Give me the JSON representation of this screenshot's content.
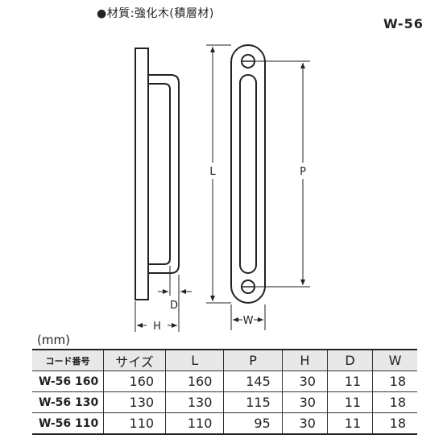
{
  "header": {
    "material_note": "●材質:強化木(積層材)",
    "model_code": "W-56"
  },
  "drawing": {
    "dim_labels": {
      "L": "L",
      "P": "P",
      "H": "H",
      "D": "D",
      "W": "W"
    }
  },
  "table": {
    "unit": "(mm)",
    "headers": [
      "コード番号",
      "サイズ",
      "L",
      "P",
      "H",
      "D",
      "W"
    ],
    "rows": [
      [
        "W-56 160",
        "160",
        "160",
        "145",
        "30",
        "11",
        "18"
      ],
      [
        "W-56 130",
        "130",
        "130",
        "115",
        "30",
        "11",
        "18"
      ],
      [
        "W-56 110",
        "110",
        "110",
        "95",
        "30",
        "11",
        "18"
      ]
    ]
  }
}
